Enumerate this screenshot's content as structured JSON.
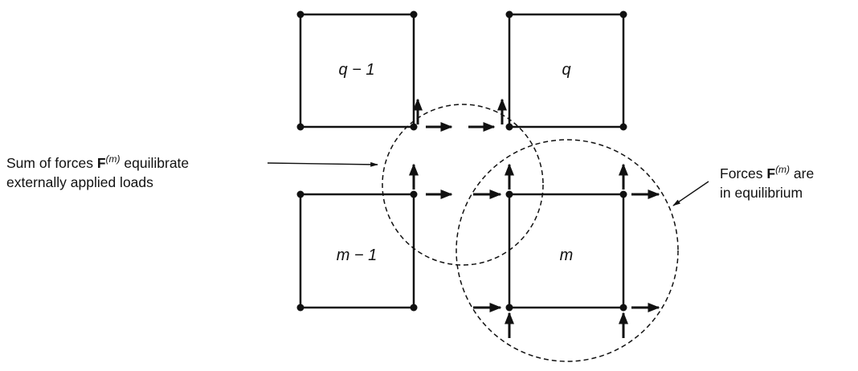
{
  "elements": [
    {
      "id": "q-minus-1",
      "label": "q − 1"
    },
    {
      "id": "q",
      "label": "q"
    },
    {
      "id": "m-minus-1",
      "label": "m − 1"
    },
    {
      "id": "m",
      "label": "m"
    }
  ],
  "annotations": {
    "left": {
      "line1_prefix": "Sum of forces ",
      "force_symbol": "F",
      "superscript": "(m)",
      "line1_suffix": " equilibrate",
      "line2": "externally applied loads"
    },
    "right": {
      "line1_prefix": "Forces ",
      "force_symbol": "F",
      "superscript": "(m)",
      "line1_suffix": " are",
      "line2": "in equilibrium"
    }
  },
  "colors": {
    "ink": "#111111",
    "background": "#ffffff"
  }
}
